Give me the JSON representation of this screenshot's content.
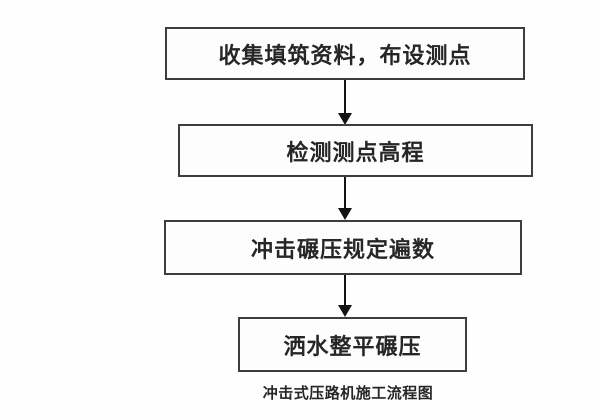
{
  "colors": {
    "background": "#fefefe",
    "boxbg": "#fdfdfd",
    "border": "#3d3d3d",
    "text": "#262626",
    "arrow": "#141414"
  },
  "flowchart": {
    "steps": [
      {
        "label": "收集填筑资料，布设测点"
      },
      {
        "label": "检测测点高程"
      },
      {
        "label": "冲击碾压规定遍数"
      },
      {
        "label": "洒水整平碾压"
      }
    ],
    "caption": "冲击式压路机施工流程图"
  }
}
